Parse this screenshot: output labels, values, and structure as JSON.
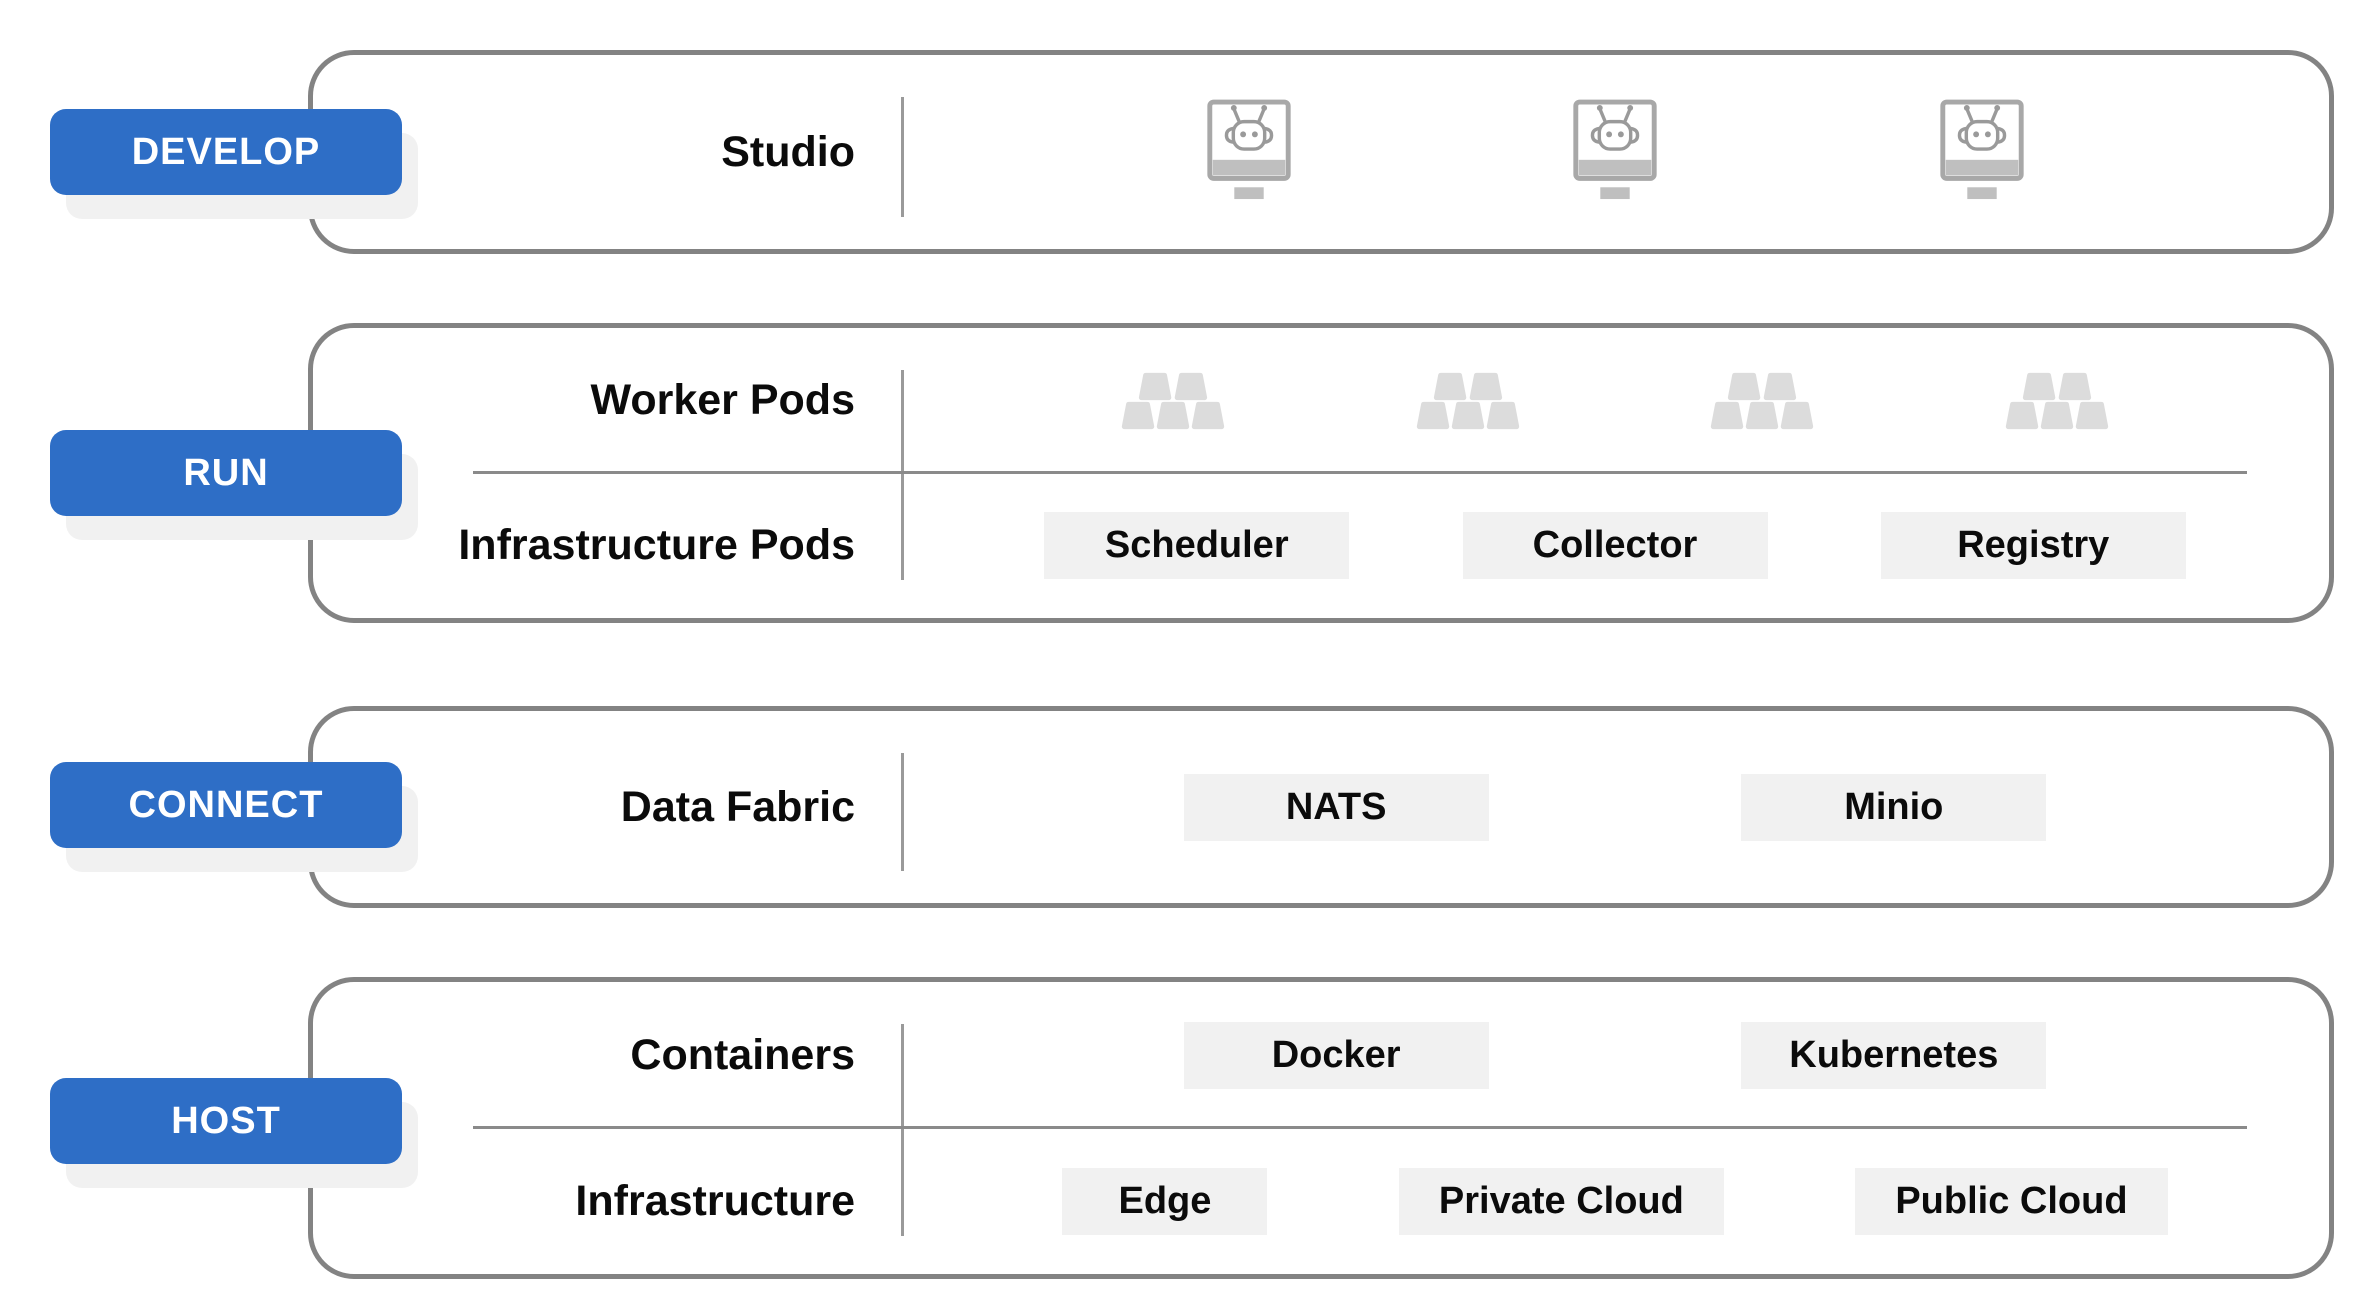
{
  "diagram": {
    "sections": [
      {
        "stage": "DEVELOP",
        "rows": [
          {
            "label": "Studio"
          }
        ]
      },
      {
        "stage": "RUN",
        "rows": [
          {
            "label": "Worker Pods"
          },
          {
            "label": "Infrastructure Pods",
            "chips": [
              "Scheduler",
              "Collector",
              "Registry"
            ]
          }
        ]
      },
      {
        "stage": "CONNECT",
        "rows": [
          {
            "label": "Data Fabric",
            "chips": [
              "NATS",
              "Minio"
            ]
          }
        ]
      },
      {
        "stage": "HOST",
        "rows": [
          {
            "label": "Containers",
            "chips": [
              "Docker",
              "Kubernetes"
            ]
          },
          {
            "label": "Infrastructure",
            "chips": [
              "Edge",
              "Private Cloud",
              "Public Cloud"
            ]
          }
        ]
      }
    ],
    "icons": {
      "studio_icon": "robot-monitor-icon",
      "studio_icon_count": 3,
      "worker_icon": "pod-cluster-icon",
      "worker_icon_count": 4
    },
    "colors": {
      "stage_button": "#2e6ec6",
      "stage_button_shadow": "#f1f1f1",
      "panel_border": "#838383",
      "chip_background": "#f1f1f1",
      "divider": "#8a8a8a",
      "icon_grey": "#dcdcdc",
      "text": "#0b0b0b"
    }
  }
}
